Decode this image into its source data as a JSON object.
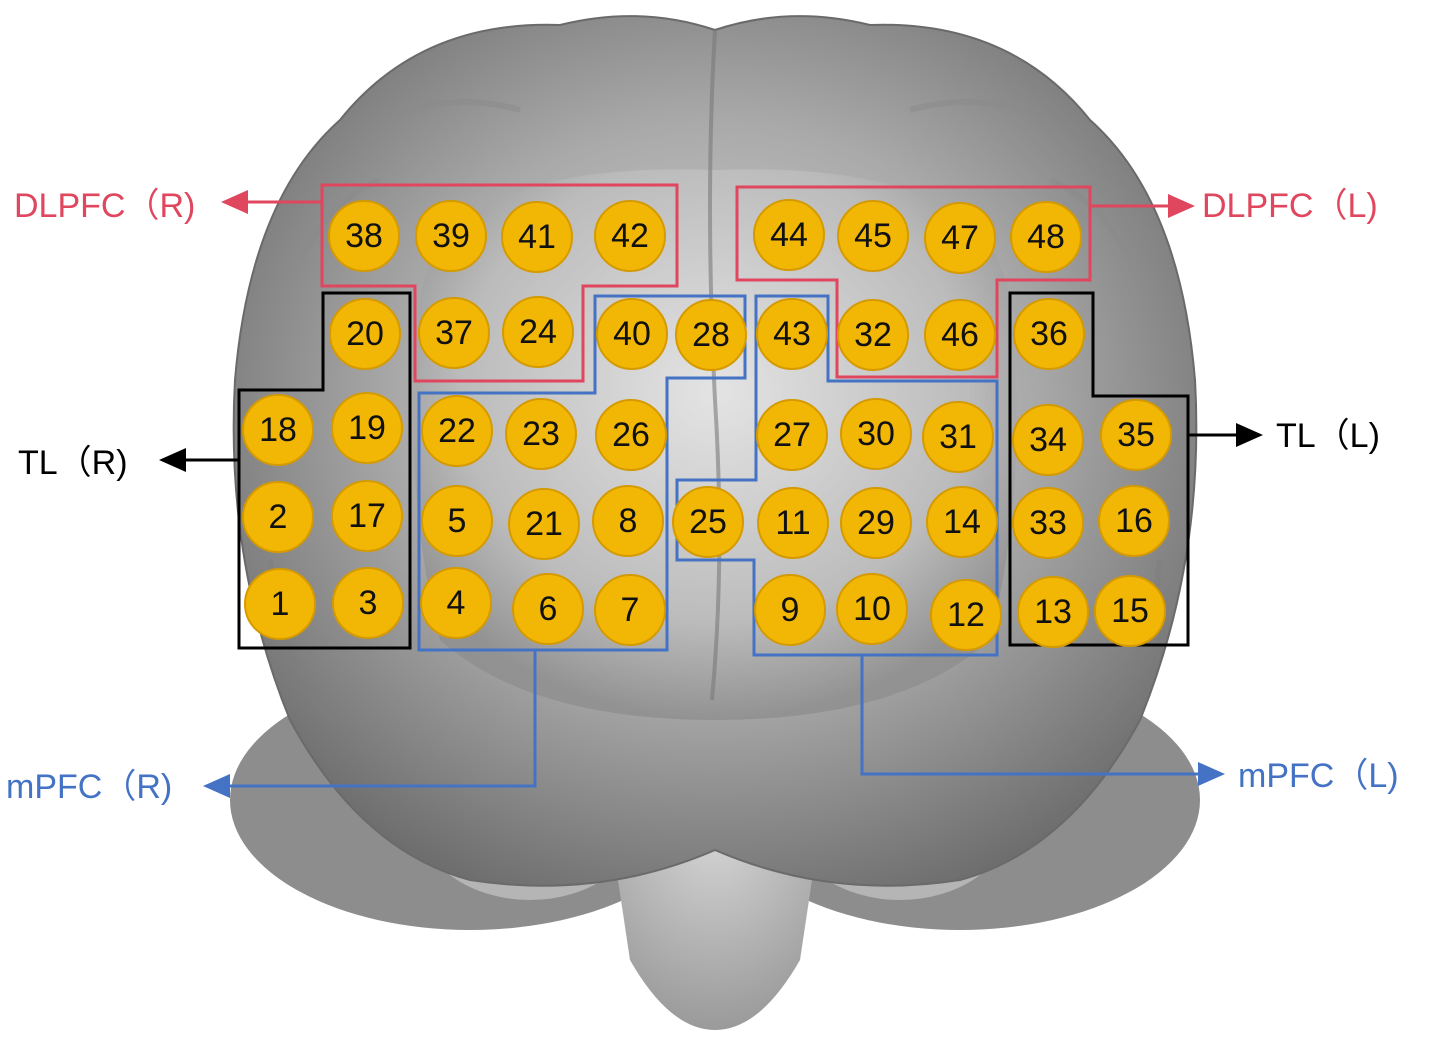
{
  "colors": {
    "dlpfc": "#e0465e",
    "mpfc": "#4472c4",
    "tl": "#000000",
    "channel_fill": "#f2b705",
    "brain": "#8a8a8a"
  },
  "labels": {
    "dlpfc_r": "DLPFC（R)",
    "dlpfc_l": "DLPFC（L)",
    "tl_r": "TL（R)",
    "tl_l": "TL（L)",
    "mpfc_r": "mPFC（R)",
    "mpfc_l": "mPFC（L)"
  },
  "channels": [
    {
      "id": "38"
    },
    {
      "id": "39"
    },
    {
      "id": "41"
    },
    {
      "id": "42"
    },
    {
      "id": "44"
    },
    {
      "id": "45"
    },
    {
      "id": "47"
    },
    {
      "id": "48"
    },
    {
      "id": "20"
    },
    {
      "id": "37"
    },
    {
      "id": "24"
    },
    {
      "id": "40"
    },
    {
      "id": "28"
    },
    {
      "id": "43"
    },
    {
      "id": "32"
    },
    {
      "id": "46"
    },
    {
      "id": "36"
    },
    {
      "id": "18"
    },
    {
      "id": "19"
    },
    {
      "id": "22"
    },
    {
      "id": "23"
    },
    {
      "id": "26"
    },
    {
      "id": "27"
    },
    {
      "id": "30"
    },
    {
      "id": "31"
    },
    {
      "id": "34"
    },
    {
      "id": "35"
    },
    {
      "id": "2"
    },
    {
      "id": "17"
    },
    {
      "id": "5"
    },
    {
      "id": "21"
    },
    {
      "id": "8"
    },
    {
      "id": "25"
    },
    {
      "id": "11"
    },
    {
      "id": "29"
    },
    {
      "id": "14"
    },
    {
      "id": "33"
    },
    {
      "id": "16"
    },
    {
      "id": "1"
    },
    {
      "id": "3"
    },
    {
      "id": "4"
    },
    {
      "id": "6"
    },
    {
      "id": "7"
    },
    {
      "id": "9"
    },
    {
      "id": "10"
    },
    {
      "id": "12"
    },
    {
      "id": "13"
    },
    {
      "id": "15"
    }
  ]
}
